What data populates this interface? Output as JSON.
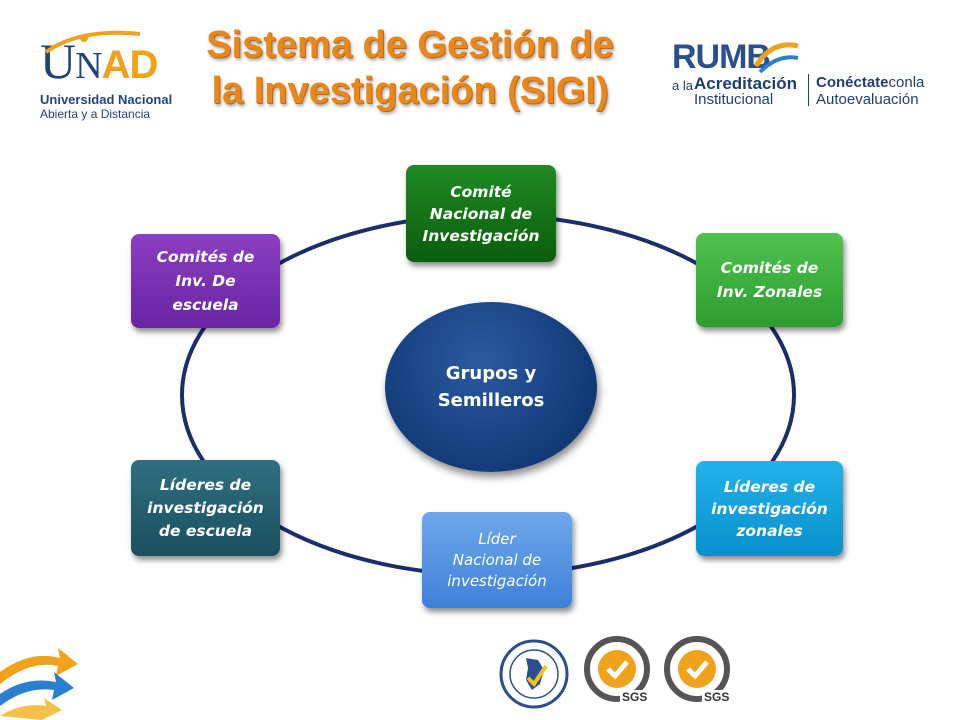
{
  "header": {
    "title_line1": "Sistema de Gestión de",
    "title_line2": "la Investigación (SIGI)"
  },
  "logo_unad": {
    "wordmark_u": "U",
    "wordmark_n": "N",
    "wordmark_ad": "AD",
    "line1": "Universidad Nacional",
    "line2": "Abierta y a Distancia"
  },
  "logo_rumbo": {
    "wordmark": "RUMB",
    "prefix": "a la",
    "acreditacion": "Acreditación",
    "institucional": "Institucional",
    "conectate_bold": "Conéctate",
    "conectate_rest": "conla",
    "autoevaluacion": "Autoevaluación"
  },
  "diagram": {
    "center": {
      "line1": "Grupos y",
      "line2": "Semilleros",
      "color": "#123a78"
    },
    "nodes": [
      {
        "id": "comite-nacional",
        "lines": [
          "Comité",
          "Nacional de",
          "Investigación"
        ],
        "color": "#0b6e0f"
      },
      {
        "id": "comites-zonales",
        "lines": [
          "Comités de",
          "Inv. Zonales"
        ],
        "color": "#3cae3c"
      },
      {
        "id": "lideres-zonales",
        "lines": [
          "Líderes de",
          "investigación",
          "zonales"
        ],
        "color": "#0ea0dc"
      },
      {
        "id": "lider-nacional",
        "lines": [
          "Líder",
          "Nacional de",
          "investigación"
        ],
        "color": "#5690e0"
      },
      {
        "id": "lideres-escuela",
        "lines": [
          "Líderes de",
          "investigación",
          "de escuela"
        ],
        "color": "#235f70"
      },
      {
        "id": "comites-escuela",
        "lines": [
          "Comités de",
          "Inv. De",
          "escuela"
        ],
        "color": "#7a30b4"
      }
    ],
    "ring_color": "#1b2d6b"
  },
  "footer": {
    "seals": [
      "colombia-certification-seal-icon",
      "sgs-certification-seal-icon",
      "sgs-certification-seal-icon"
    ],
    "seal_label": "SGS",
    "accent_colors": [
      "#f0a21b",
      "#2a7fd0"
    ]
  }
}
